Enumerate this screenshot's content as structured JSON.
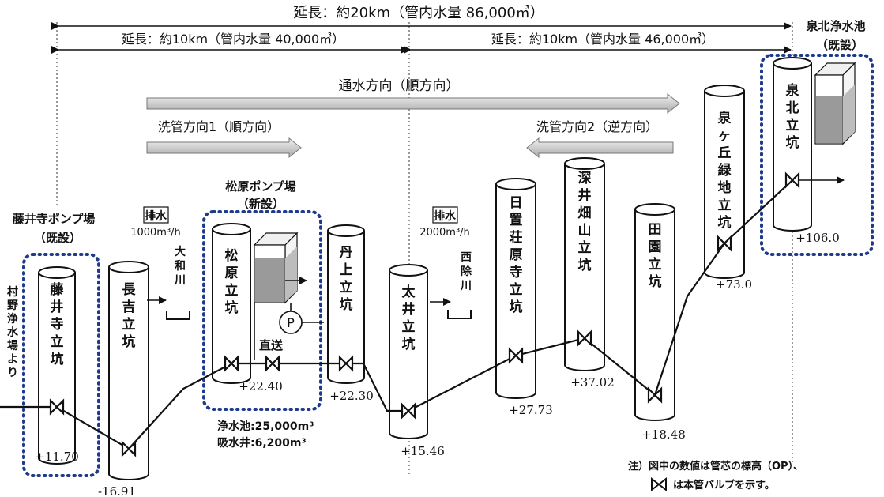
{
  "lengths": {
    "total": "延長：約20km（管内水量 86,000㎥）",
    "west": "延長：約10km（管内水量 40,000㎥）",
    "east": "延長：約10km（管内水量 46,000㎥）"
  },
  "directions": {
    "flow": "通水方向（順方向）",
    "wash1": "洗管方向1（順方向）",
    "wash2": "洗管方向2（逆方向）"
  },
  "facilities": {
    "fujiidera_pump": [
      "藤井寺ポンプ場",
      "（既設）"
    ],
    "matsubara_pump": [
      "松原ポンプ場",
      "（新設）"
    ],
    "senboku_reservoir": [
      "泉北浄水池",
      "（既設）"
    ],
    "murano": "村野浄水場より",
    "matsubara_tank_info": [
      "浄水池:25,000m³",
      "吸水井:6,200m³"
    ],
    "pump_letter": "P",
    "direct_feed": "直送"
  },
  "drains": [
    {
      "label": "排水",
      "rate": "1000m³/h",
      "river": "大和川"
    },
    {
      "label": "排水",
      "rate": "2000m³/h",
      "river": "西除川"
    }
  ],
  "shafts": [
    {
      "name": "藤井寺立坑",
      "elevation": "+11.70"
    },
    {
      "name": "長吉立坑",
      "elevation": "-16.91"
    },
    {
      "name": "松原立坑",
      "elevation": "+22.40"
    },
    {
      "name": "丹上立坑",
      "elevation": "+22.30"
    },
    {
      "name": "太井立坑",
      "elevation": "+15.46"
    },
    {
      "name": "日置荘原寺立坑",
      "elevation": "+27.73"
    },
    {
      "name": "深井畑山立坑",
      "elevation": "+37.02"
    },
    {
      "name": "田園立坑",
      "elevation": "+18.48"
    },
    {
      "name": "泉ヶ丘緑地立坑",
      "elevation": "+73.0"
    },
    {
      "name": "泉北立坑",
      "elevation": "+106.0"
    }
  ],
  "note": {
    "line1": "注）図中の数値は管芯の標高（OP）、",
    "line2": "は本管バルブを示す。"
  }
}
